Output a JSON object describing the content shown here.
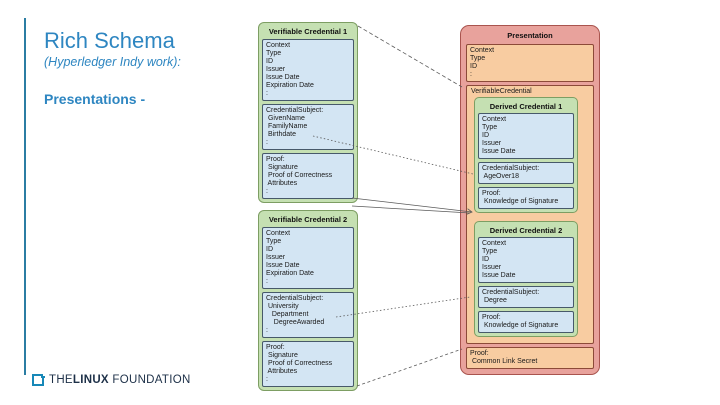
{
  "slide": {
    "title": "Rich Schema",
    "subtitle": "(Hyperledger Indy work):",
    "heading": "Presentations -"
  },
  "footer": {
    "brand_prefix": "THE",
    "brand_bold": "LINUX",
    "brand_suffix": "FOUNDATION"
  },
  "colors": {
    "accent_blue": "#2E86C1",
    "credential_green_fill": "#C5E0B2",
    "credential_green_border": "#7D9E63",
    "field_blue_fill": "#D3E5F3",
    "presentation_pink_fill": "#E8A29C",
    "presentation_pink_border": "#A9544E",
    "orange_fill": "#F8CCA1",
    "connector_gray": "#5A5A5A",
    "brand_navy": "#1D3048",
    "logo_blue": "#1788B8"
  },
  "diagram": {
    "vc1": {
      "title": "Verifiable Credential 1",
      "core": [
        "Context",
        "Type",
        "ID",
        "Issuer",
        "Issue Date",
        "Expiration Date",
        ":"
      ],
      "subject": [
        "CredentialSubject:",
        " GivenName",
        " FamilyName",
        " Birthdate",
        ":"
      ],
      "proof": [
        "Proof:",
        " Signature",
        " Proof of Correctness",
        " Attributes",
        ":"
      ]
    },
    "vc2": {
      "title": "Verifiable Credential 2",
      "core": [
        "Context",
        "Type",
        "ID",
        "Issuer",
        "Issue Date",
        "Expiration Date",
        ":"
      ],
      "subject": [
        "CredentialSubject:",
        " University",
        "   Department",
        "    DegreeAwarded",
        ":"
      ],
      "proof": [
        "Proof:",
        " Signature",
        " Proof of Correctness",
        " Attributes",
        ":"
      ]
    },
    "presentation": {
      "title": "Presentation",
      "context": [
        "Context",
        "Type",
        "ID",
        ":"
      ],
      "vc_label": "VerifiableCredential",
      "dc1": {
        "title": "Derived Credential 1",
        "core": [
          "Context",
          "Type",
          "ID",
          "Issuer",
          "Issue Date"
        ],
        "subject": [
          "CredentialSubject:",
          " AgeOver18"
        ],
        "proof": [
          "Proof:",
          " Knowledge of Signature"
        ]
      },
      "dc2": {
        "title": "Derived Credential 2",
        "core": [
          "Context",
          "Type",
          "ID",
          "Issuer",
          "Issue Date"
        ],
        "subject": [
          "CredentialSubject:",
          " Degree"
        ],
        "proof": [
          "Proof:",
          " Knowledge of Signature"
        ]
      },
      "proof": [
        "Proof:",
        " Common Link Secret"
      ]
    }
  }
}
